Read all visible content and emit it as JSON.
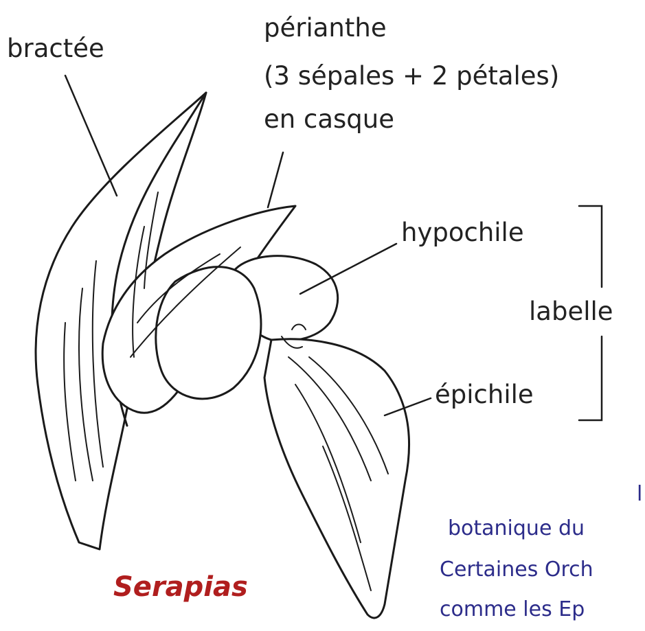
{
  "labels": {
    "bractee": "bractée",
    "perianthe_line1": "périanthe",
    "perianthe_line2": "(3 sépales + 2 pétales)",
    "perianthe_line3": "en casque",
    "hypochile": "hypochile",
    "labelle": "labelle",
    "epichile": "épichile"
  },
  "genus": "Serapias",
  "cut_text": {
    "line1": "l",
    "line2": "botanique  du",
    "line3": "Certaines Orch",
    "line4": "comme  les  Ep"
  },
  "colors": {
    "genus_text": "#b01e1e",
    "cut_text": "#2c2c8a",
    "ink": "#222222"
  }
}
